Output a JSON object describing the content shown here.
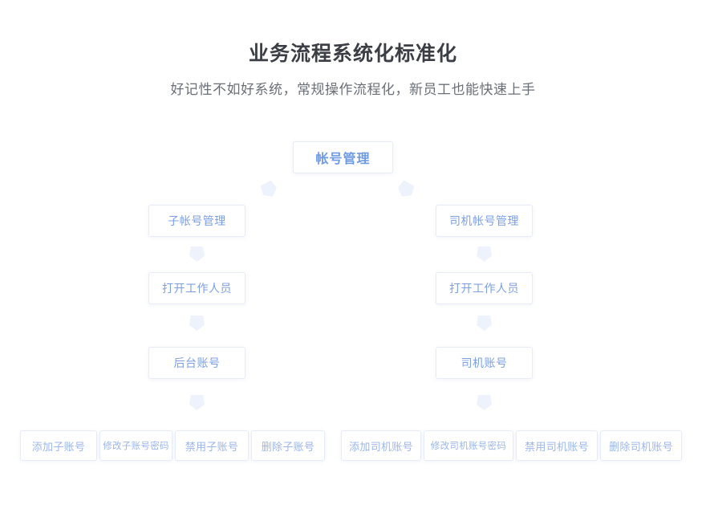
{
  "header": {
    "title": "业务流程系统化标准化",
    "subtitle": "好记性不如好系统，常规操作流程化，新员工也能快速上手"
  },
  "colors": {
    "title_text": "#3b3f45",
    "subtitle_text": "#6a6f77",
    "root_node_text": "#6e9ae4",
    "level2_node_text": "#7d9fe0",
    "leaf_node_text": "#9db6e8",
    "node_border": "#e6ebf7",
    "connector": "#eef2fc",
    "background": "#ffffff"
  },
  "flow": {
    "root": {
      "label": "帐号管理"
    },
    "branches": [
      {
        "name": "sub-account",
        "chain": [
          {
            "label": "子帐号管理"
          },
          {
            "label": "打开工作人员"
          },
          {
            "label": "后台账号"
          }
        ],
        "leaves": [
          {
            "label": "添加子账号",
            "small": false
          },
          {
            "label": "修改子账号密码",
            "small": true
          },
          {
            "label": "禁用子账号",
            "small": false
          },
          {
            "label": "删除子账号",
            "small": false
          }
        ]
      },
      {
        "name": "driver-account",
        "chain": [
          {
            "label": "司机帐号管理"
          },
          {
            "label": "打开工作人员"
          },
          {
            "label": "司机账号"
          }
        ],
        "leaves": [
          {
            "label": "添加司机账号",
            "small": false
          },
          {
            "label": "修改司机账号密码",
            "small": true
          },
          {
            "label": "禁用司机账号",
            "small": false
          },
          {
            "label": "删除司机账号",
            "small": false
          }
        ]
      }
    ],
    "connectors": [
      {
        "name": "connector-root-to-left",
        "kind": "diagonal-left"
      },
      {
        "name": "connector-root-to-right",
        "kind": "diagonal-right"
      },
      {
        "name": "connector-left-1",
        "kind": "down"
      },
      {
        "name": "connector-left-2",
        "kind": "down"
      },
      {
        "name": "connector-left-3",
        "kind": "down"
      },
      {
        "name": "connector-right-1",
        "kind": "down"
      },
      {
        "name": "connector-right-2",
        "kind": "down"
      },
      {
        "name": "connector-right-3",
        "kind": "down"
      }
    ]
  }
}
